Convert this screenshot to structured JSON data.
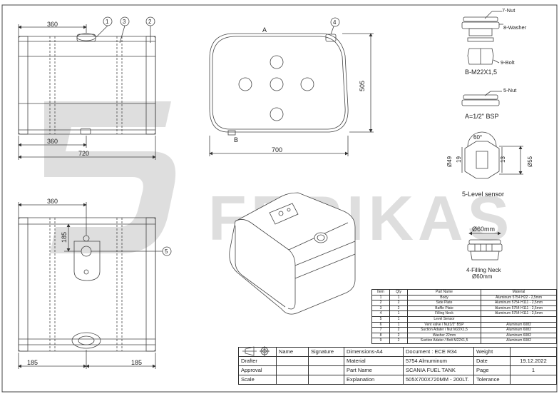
{
  "watermark": {
    "text": "FERIKAS",
    "color": "#dcdcdc"
  },
  "views": {
    "front": {
      "dim_top": "360",
      "dim_bottom_inner": "360",
      "dim_width": "720",
      "callouts": [
        "1",
        "3",
        "2"
      ]
    },
    "side": {
      "label_top": "A",
      "label_bottom": "B",
      "dim_width": "700",
      "dim_height": "505",
      "callout": "4"
    },
    "bottom": {
      "dim_top": "360",
      "dim_185_vertical": "185",
      "dim_left": "185",
      "dim_right": "185",
      "callout": "5"
    }
  },
  "details": {
    "bolt": {
      "nut": "7-Nut",
      "washer": "8-Washer",
      "bolt": "9-Bolt",
      "caption": "B-M22X1,5"
    },
    "vent": {
      "nut": "5-Nut",
      "caption": "A=1/2\" BSP"
    },
    "sensor": {
      "angle": "60°",
      "d49": "Ø49",
      "d19": "19",
      "d13": "13",
      "d55": "Ø55",
      "caption": "5-Level sensor"
    },
    "neck": {
      "dim": "Ø60mm",
      "caption_line1": "4-Filling Neck",
      "caption_line2": "Ø60mm"
    }
  },
  "parts_table": {
    "headers": [
      "Item",
      "Qty",
      "Part Name",
      "Material"
    ],
    "rows": [
      [
        "1",
        "1",
        "Body",
        "Aluminum 5754 H22 - 2,5mm"
      ],
      [
        "2",
        "2",
        "Side Plate",
        "Aluminum 5754 H111 - 2,5mm"
      ],
      [
        "3",
        "2",
        "Baffle Plate",
        "Aluminum 5754 H111 - 2,5mm"
      ],
      [
        "4",
        "1",
        "Filling Neck",
        "Aluminum 5754 H111 - 2,5mm"
      ],
      [
        "5",
        "1",
        "Level Sensor",
        ""
      ],
      [
        "6",
        "1",
        "Vent valve / Nut1/2\" BSP",
        "Aluminum 6082"
      ],
      [
        "7",
        "2",
        "Suction Adater / Nut M22X1,5",
        "Aluminum 6082"
      ],
      [
        "8",
        "2",
        "Washer 22mm",
        "Aluminum 6082"
      ],
      [
        "9",
        "2",
        "Suction Adater / Bolt M22X1,5",
        "Aluminum 6082"
      ]
    ]
  },
  "title_block": {
    "name": "Name",
    "signature": "Signature",
    "dimensions": "Dimensions-A4",
    "document": "Document : ECE R34",
    "weight": "Weight",
    "drafter": "Drafter",
    "material_label": "Material",
    "material_value": "5754 Almuminum",
    "date_label": "Date",
    "date_value": "19.12.2022",
    "approval": "Approval",
    "part_name_label": "Part Name",
    "part_name_value": "SCANIA FUEL TANK",
    "page_label": "Page",
    "page_value": "1",
    "scale": "Scale",
    "explanation_label": "Explanation",
    "explanation_value": "505X700X720MM - 200LT.",
    "tolerance": "Tolerance"
  }
}
